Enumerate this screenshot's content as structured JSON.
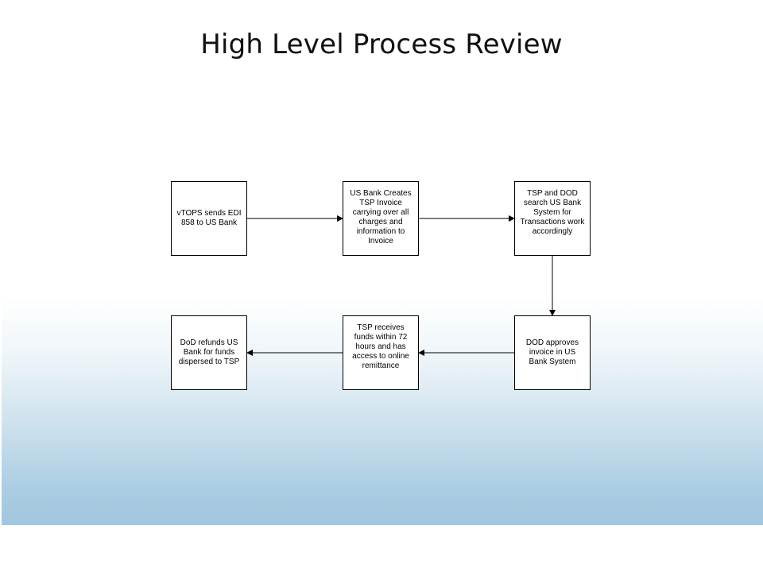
{
  "title": "High Level Process Review",
  "colors": {
    "background_top": "#ffffff",
    "background_bottom": "#a3c6df",
    "box_border": "#000000",
    "arrow": "#000000"
  },
  "process": {
    "steps": [
      {
        "id": "step-1",
        "text": "vTOPS sends EDI 858 to US Bank"
      },
      {
        "id": "step-2",
        "text": "US Bank Creates TSP Invoice carrying over all charges and information to Invoice"
      },
      {
        "id": "step-3",
        "text": "TSP and DOD search US Bank System for Transactions work accordingly"
      },
      {
        "id": "step-4",
        "text": "DOD approves invoice in US Bank System"
      },
      {
        "id": "step-5",
        "text": "TSP receives funds  within 72 hours and has access to online remittance"
      },
      {
        "id": "step-6",
        "text": "DoD refunds US Bank for funds dispersed to TSP"
      }
    ],
    "flows": [
      {
        "from": "step-1",
        "to": "step-2"
      },
      {
        "from": "step-2",
        "to": "step-3"
      },
      {
        "from": "step-3",
        "to": "step-4"
      },
      {
        "from": "step-4",
        "to": "step-5"
      },
      {
        "from": "step-5",
        "to": "step-6"
      }
    ]
  }
}
